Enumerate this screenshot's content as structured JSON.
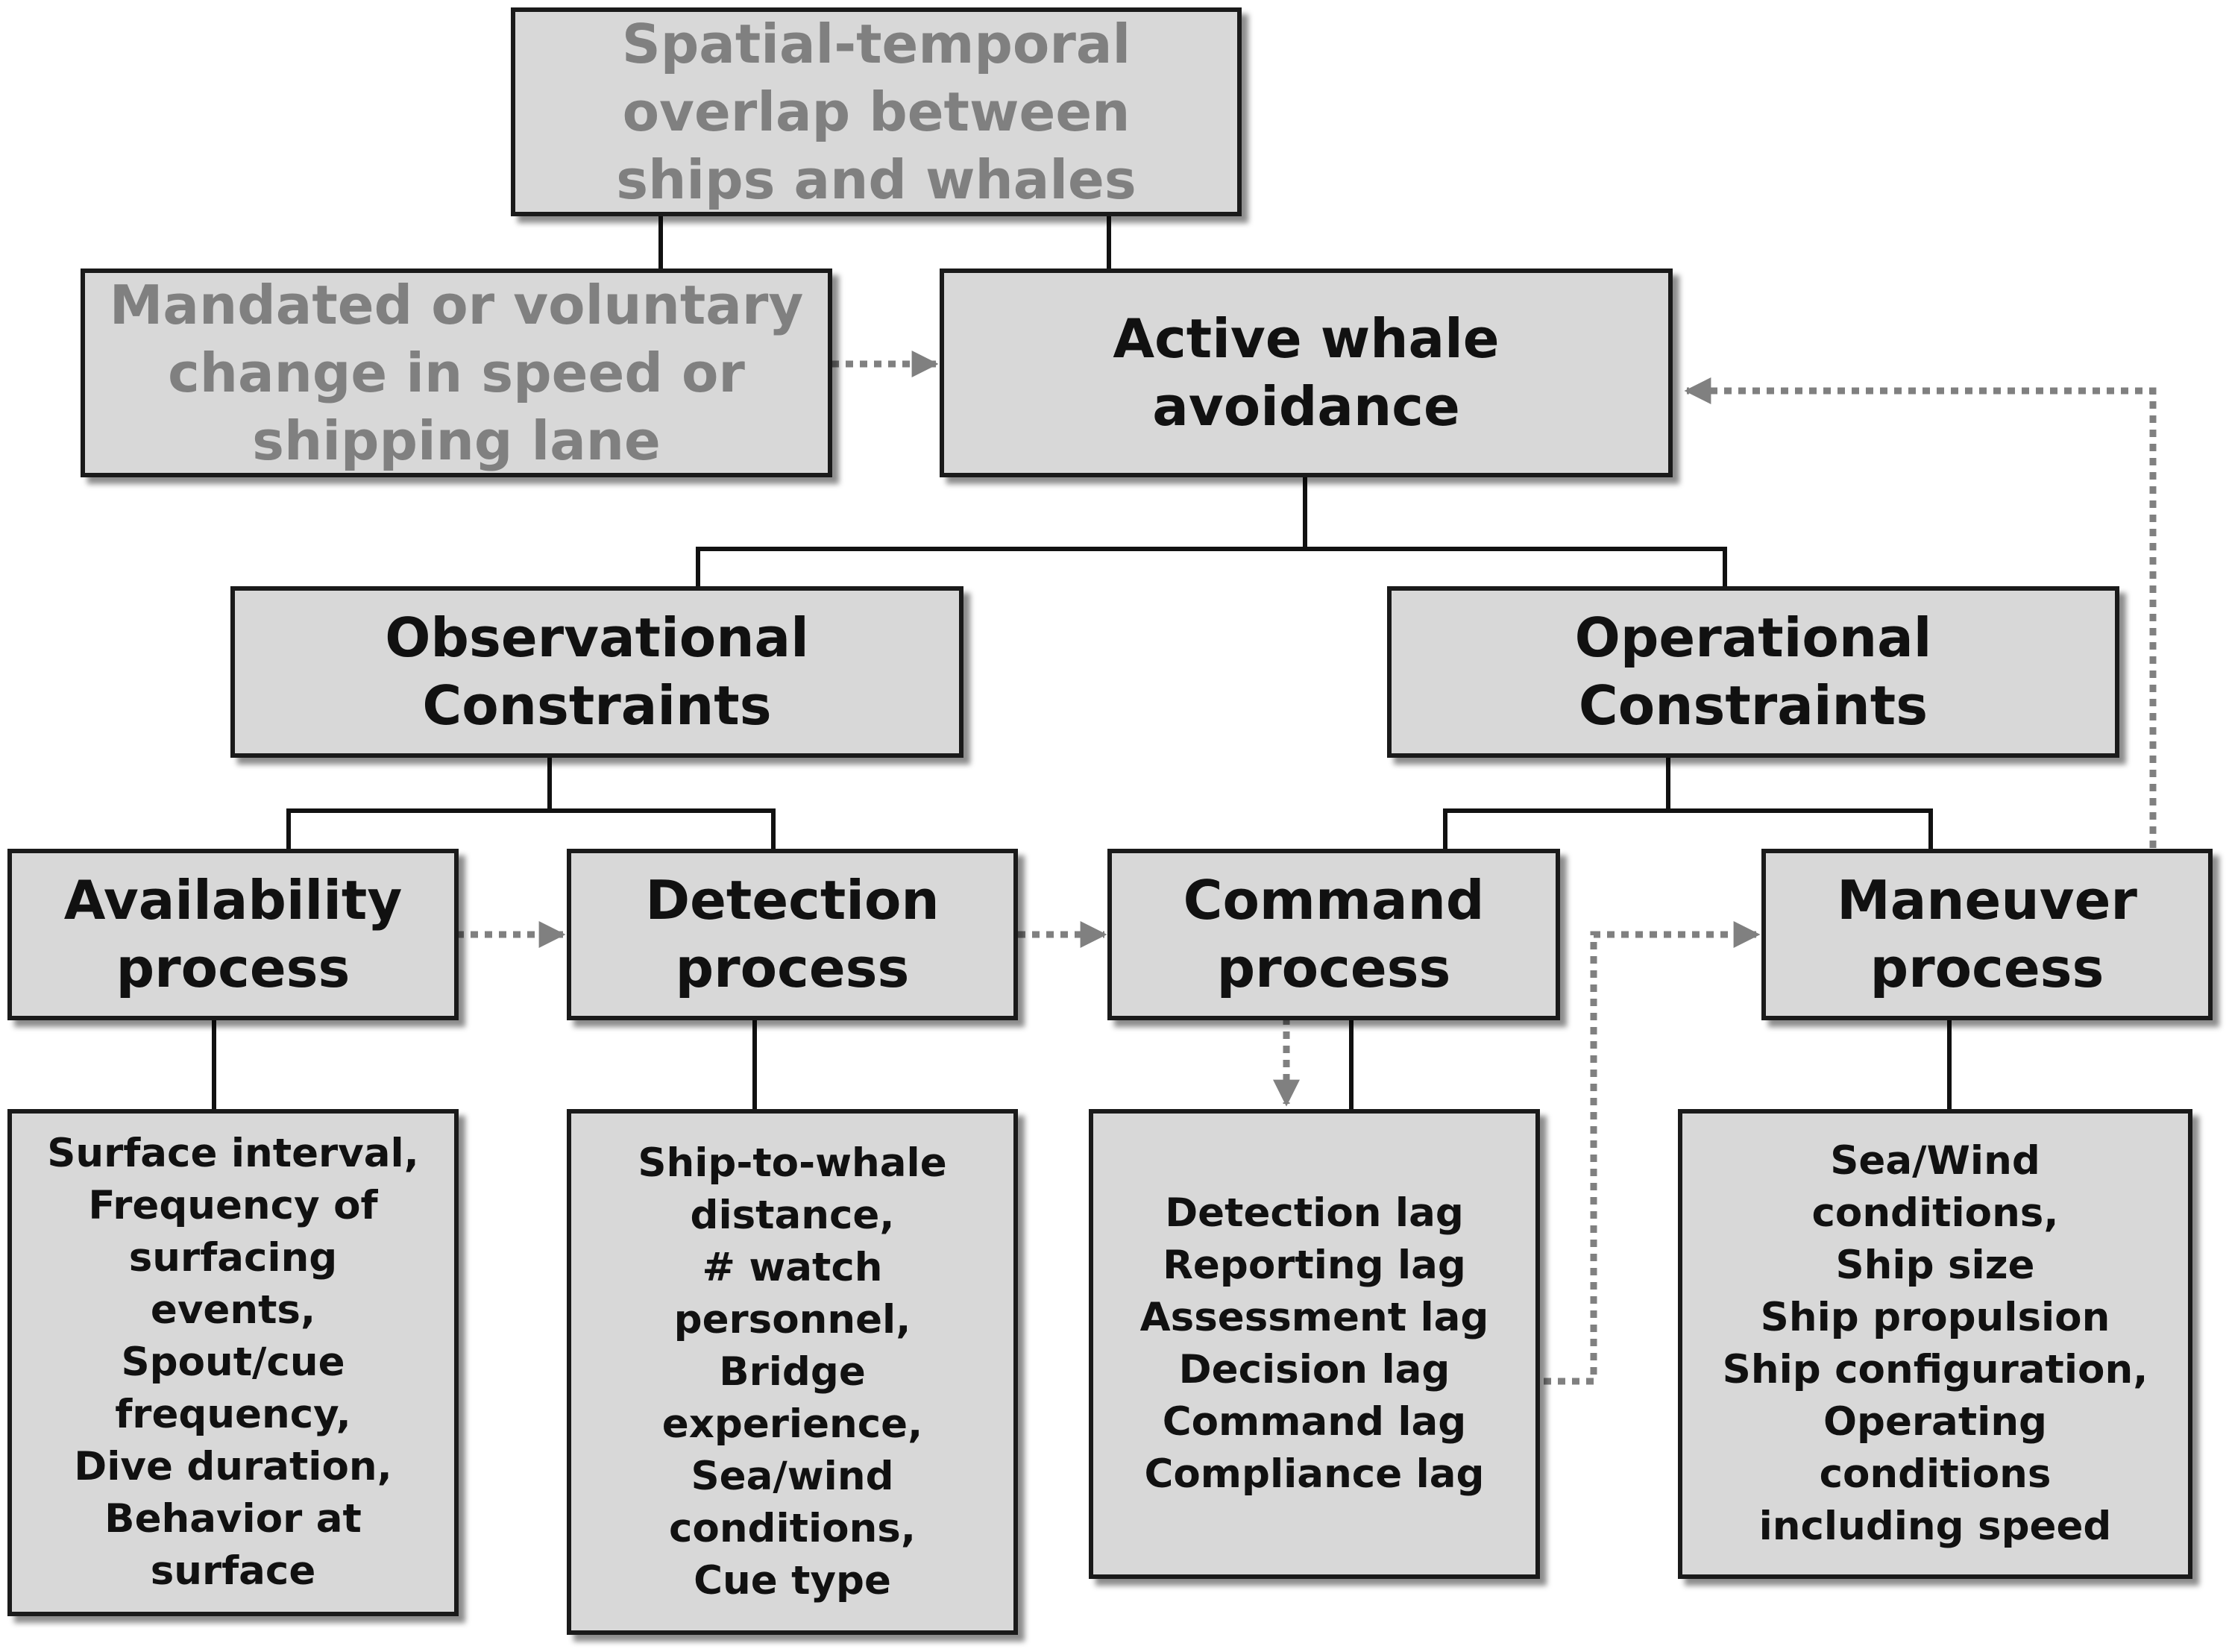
{
  "nodes": {
    "overlap": {
      "lines": [
        "Spatial-temporal",
        "overlap between",
        "ships and whales"
      ]
    },
    "mandated": {
      "lines": [
        "Mandated or voluntary",
        "change in speed or",
        "shipping lane"
      ]
    },
    "active": {
      "lines": [
        "Active whale",
        "avoidance"
      ]
    },
    "observational": {
      "lines": [
        "Observational",
        "Constraints"
      ]
    },
    "operational": {
      "lines": [
        "Operational",
        "Constraints"
      ]
    },
    "availability": {
      "lines": [
        "Availability",
        "process"
      ]
    },
    "detection": {
      "lines": [
        "Detection",
        "process"
      ]
    },
    "command": {
      "lines": [
        "Command",
        "process"
      ]
    },
    "maneuver": {
      "lines": [
        "Maneuver",
        "process"
      ]
    },
    "avail_factors": {
      "lines": [
        "Surface interval,",
        "Frequency of",
        "surfacing",
        "events,",
        "Spout/cue",
        "frequency,",
        "Dive duration,",
        "Behavior at",
        "surface"
      ]
    },
    "detect_factors": {
      "lines": [
        "Ship-to-whale",
        "distance,",
        "# watch",
        "personnel,",
        "Bridge",
        "experience,",
        "Sea/wind",
        "conditions,",
        "Cue type"
      ]
    },
    "command_factors": {
      "lines": [
        "Detection lag",
        "Reporting lag",
        "Assessment lag",
        "Decision lag",
        "Command lag",
        "Compliance lag"
      ]
    },
    "maneuver_factors": {
      "lines": [
        "Sea/Wind",
        "conditions,",
        "Ship size",
        "Ship propulsion",
        "Ship configuration,",
        "Operating",
        "conditions",
        "including speed"
      ]
    }
  },
  "colors": {
    "box_fill": "#d8d8d8",
    "box_border": "#1a1a1a",
    "text": "#111111",
    "muted_text": "#808080",
    "dotted_arrow": "#808080"
  }
}
